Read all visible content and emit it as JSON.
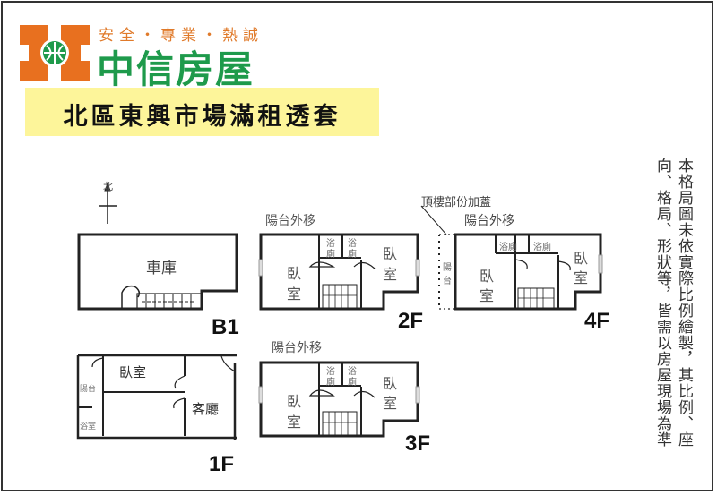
{
  "brand": {
    "slogan": "安全・專業・熱誠",
    "name": "中信房屋",
    "colors": {
      "orange": "#e8701f",
      "green": "#1e9a4b"
    }
  },
  "title": "北區東興市場滿租透套",
  "note": {
    "line1": "本格局圖未依實際比例繪製，其比例、座",
    "line2": "向、格局、形狀等，皆需以房屋現場為準"
  },
  "compass": {
    "label": "北"
  },
  "floors": {
    "b1": {
      "label": "B1",
      "rooms": {
        "garage": "車庫"
      }
    },
    "f1": {
      "label": "1F",
      "rooms": {
        "bedroom": "臥室",
        "living": "客廳",
        "balcony": "陽台",
        "bath": "浴室"
      }
    },
    "f2": {
      "label": "2F",
      "annotation": "陽台外移",
      "rooms": {
        "bedroom_left_1": "臥",
        "bedroom_left_2": "室",
        "bedroom_right_1": "臥",
        "bedroom_right_2": "室",
        "wc_1": "浴",
        "wc_2": "廁",
        "bath_1": "浴",
        "bath_2": "廁"
      }
    },
    "f3": {
      "label": "3F",
      "annotation": "陽台外移",
      "rooms": {
        "bedroom_left_1": "臥",
        "bedroom_left_2": "室",
        "bedroom_right_1": "臥",
        "bedroom_right_2": "室",
        "wc_1": "浴",
        "wc_2": "廁",
        "bath_1": "浴",
        "bath_2": "廁"
      }
    },
    "f4": {
      "label": "4F",
      "annotation": "陽台外移",
      "top_note": "頂樓部份加蓋",
      "rooms": {
        "balcony_1": "陽",
        "balcony_2": "台",
        "bedroom_left_1": "臥",
        "bedroom_left_2": "室",
        "bedroom_right_1": "臥",
        "bedroom_right_2": "室",
        "wc": "浴廁",
        "bath": "浴廁"
      }
    }
  }
}
